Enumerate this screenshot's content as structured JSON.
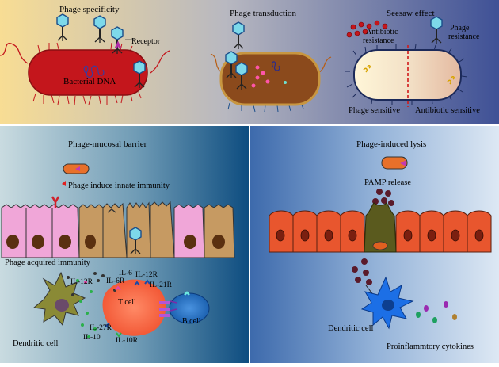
{
  "panel_top": {
    "specificity_title": "Phage specificity",
    "receptor_label": "Receptor",
    "bacterial_dna_label": "Bacterial DNA",
    "transduction_title": "Phage transduction",
    "seesaw_title": "Seesaw effect",
    "antibiotic_resistance_line1": "Antibiotic",
    "antibiotic_resistance_line2": "resistance",
    "phage_resistance_line1": "Phage",
    "phage_resistance_line2": "resistance",
    "phage_sensitive_label": "Phage sensitive",
    "antibiotic_sensitive_label": "Antibiotic sensitive"
  },
  "panel_mucosal": {
    "title": "Phage-mucosal barrier",
    "innate_label": "Phage induce innate immunity",
    "acquired_label": "Phage acquired immunity",
    "cytokines": {
      "il6": "IL-6",
      "il6r": "IL-6R",
      "il12r_left": "IL-12R",
      "il12r_right": "IL-12R",
      "il21r": "IL-21R",
      "il27r": "IL-27R",
      "il10": "IL-10",
      "il10r": "IL-10R"
    },
    "t_cell_label": "T cell",
    "b_cell_label": "B cell",
    "dendritic_label": "Dendritic cell"
  },
  "panel_lysis": {
    "title": "Phage-induced lysis",
    "pamp_label": "PAMP release",
    "dendritic_label": "Dendritic cell",
    "cytokines_label": "Proinflammtory cytokines"
  },
  "colors": {
    "top_gradient_left": "#f8dd94",
    "top_gradient_right": "#3f5196",
    "mucosal_left": "#c9dbe0",
    "mucosal_right": "#0e4d80",
    "lysis_left": "#3d6aac",
    "lysis_right": "#dde8f4",
    "bacterium_red": "#c4161c",
    "bacterium_brown": "#8b4a1c",
    "epithelial_pink": "#f0a6d8",
    "epithelial_tan": "#c69a62",
    "epithelial_orange": "#e8562e",
    "t_cell": "#f26548",
    "b_cell": "#1f6fc4",
    "dendritic_lysis": "#1c6fe6"
  }
}
